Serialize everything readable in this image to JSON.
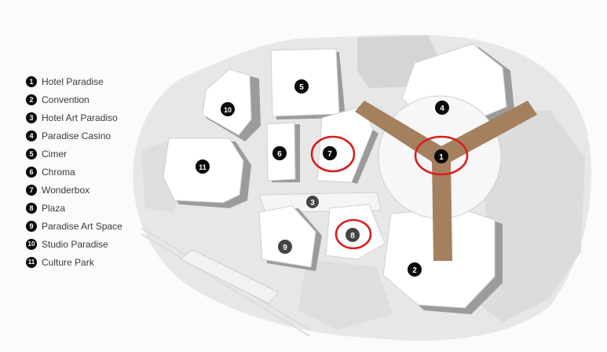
{
  "legend": [
    {
      "num": "1",
      "label": "Hotel Paradise"
    },
    {
      "num": "2",
      "label": "Convention"
    },
    {
      "num": "3",
      "label": "Hotel Art Paradiso"
    },
    {
      "num": "4",
      "label": "Paradise Casino"
    },
    {
      "num": "5",
      "label": "Cimer"
    },
    {
      "num": "6",
      "label": "Chroma"
    },
    {
      "num": "7",
      "label": "Wonderbox"
    },
    {
      "num": "8",
      "label": "Plaza"
    },
    {
      "num": "9",
      "label": "Paradise Art Space"
    },
    {
      "num": "10",
      "label": "Studio Paradise"
    },
    {
      "num": "11",
      "label": "Culture Park"
    }
  ],
  "markers": [
    "1",
    "2",
    "3",
    "4",
    "5",
    "6",
    "7",
    "8",
    "9",
    "10",
    "11"
  ],
  "colors": {
    "walkway": "#a5805f",
    "highlight_circle": "#d81e1e",
    "marker": "#0a0a0a",
    "building_face": "#ffffff",
    "building_shadow": "#9b9b9b",
    "ground": "#e6e6e6"
  }
}
